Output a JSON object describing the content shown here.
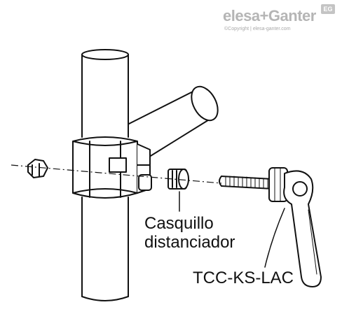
{
  "brand": {
    "name": "elesa+Ganter",
    "copyright": "©Copyright | elesa-ganter.com",
    "badge": "EG"
  },
  "callouts": {
    "spacer_line1": "Casquillo",
    "spacer_line2": "distanciador",
    "model": "TCC-KS-LAC"
  }
}
